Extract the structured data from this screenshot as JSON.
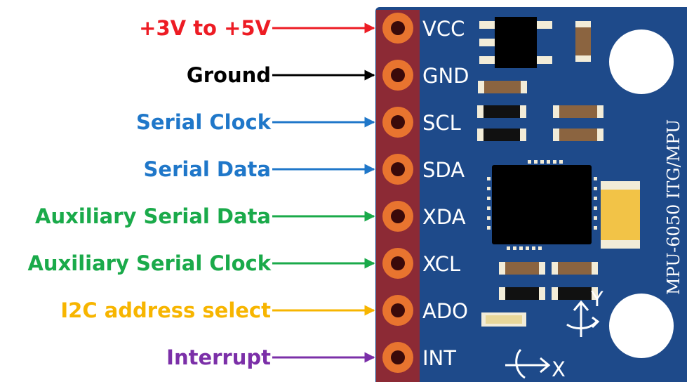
{
  "pins": [
    {
      "label": "+3V to +5V",
      "pin": "VCC",
      "color": "#ed1c24"
    },
    {
      "label": "Ground",
      "pin": "GND",
      "color": "#000000"
    },
    {
      "label": "Serial Clock",
      "pin": "SCL",
      "color": "#1f77c9"
    },
    {
      "label": "Serial Data",
      "pin": "SDA",
      "color": "#1f77c9"
    },
    {
      "label": "Auxiliary Serial Data",
      "pin": "XDA",
      "color": "#1aaa4a"
    },
    {
      "label": "Auxiliary Serial Clock",
      "pin": "XCL",
      "color": "#1aaa4a"
    },
    {
      "label": "I2C address select",
      "pin": "ADO",
      "color": "#f7b500"
    },
    {
      "label": "Interrupt",
      "pin": "INT",
      "color": "#7b2fa8"
    }
  ],
  "board": {
    "text": "MPU-6050 ITG/MPU",
    "axis_y": "Y",
    "axis_x": "X",
    "board_color": "#1e4a8a",
    "pad_color": "#e8742f",
    "pad_strip_color": "#8c2a35"
  }
}
